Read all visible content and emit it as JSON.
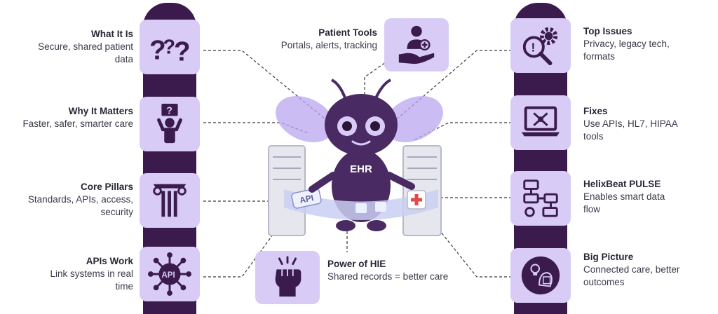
{
  "items": [
    {
      "title": "What It Is",
      "desc": "Secure, shared patient data",
      "icon": "question-marks-icon"
    },
    {
      "title": "Why It Matters",
      "desc": "Faster, safer, smarter care",
      "icon": "person-question-icon"
    },
    {
      "title": "Core Pillars",
      "desc": "Standards, APIs, access, security",
      "icon": "column-icon"
    },
    {
      "title": "APIs Work",
      "desc": "Link systems in real time",
      "icon": "api-hub-icon"
    },
    {
      "title": "Patient Tools",
      "desc": "Portals, alerts, tracking",
      "icon": "hand-person-icon"
    },
    {
      "title": "Power of HIE",
      "desc": "Shared records = better care",
      "icon": "fist-icon"
    },
    {
      "title": "Top Issues",
      "desc": "Privacy, legacy tech, formats",
      "icon": "gear-search-icon"
    },
    {
      "title": "Fixes",
      "desc": "Use APIs, HL7, HIPAA tools",
      "icon": "laptop-tools-icon"
    },
    {
      "title": "HelixBeat PULSE",
      "desc": "Enables smart data flow",
      "icon": "flowchart-icon"
    },
    {
      "title": "Big Picture",
      "desc": "Connected care, better outcomes",
      "icon": "bulb-head-icon"
    }
  ],
  "mascot": {
    "badge": "EHR",
    "api_label": "API"
  },
  "colors": {
    "pillar": "#3b1b4e",
    "tile": "#d8ccf7",
    "mascot": "#4a2a63",
    "wing": "#b9a6ef"
  }
}
